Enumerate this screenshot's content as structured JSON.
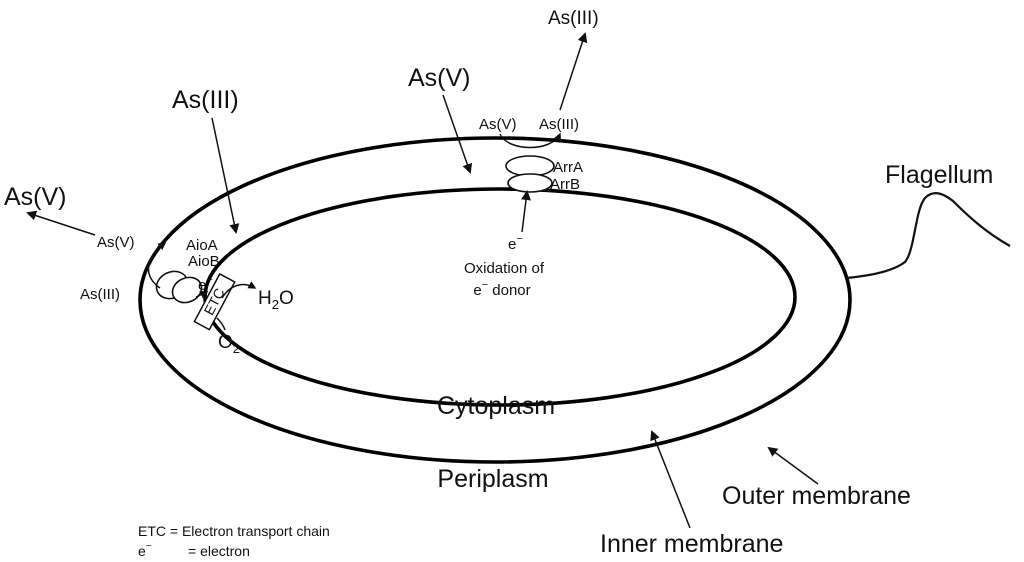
{
  "labels": {
    "as3_top": "As(III)",
    "as5_top": "As(V)",
    "as5_arr": "As(V)",
    "as3_arr": "As(III)",
    "arrA": "ArrA",
    "arrB": "ArrB",
    "e_donor": "e",
    "oxidation_1": "Oxidation of",
    "oxidation_2_e": "e",
    "oxidation_2_rest": " donor",
    "as3_left_big": "As(III)",
    "as5_far_left": "As(V)",
    "as5_aio": "As(V)",
    "aioA": "AioA",
    "aioB": "AioB",
    "e_aio": "e",
    "as3_aio": "As(III)",
    "etc_box": "ETC",
    "h2o_h": "H",
    "h2o_2": "2",
    "h2o_o": "O",
    "o2_o": "O",
    "o2_2": "2",
    "flagellum": "Flagellum",
    "cytoplasm": "Cytoplasm",
    "periplasm": "Periplasm",
    "outer_membrane": "Outer membrane",
    "inner_membrane": "Inner membrane",
    "legend_etc": "ETC = Electron transport chain",
    "legend_e_sym": "e",
    "legend_e_def": "= electron",
    "minus": "−"
  }
}
